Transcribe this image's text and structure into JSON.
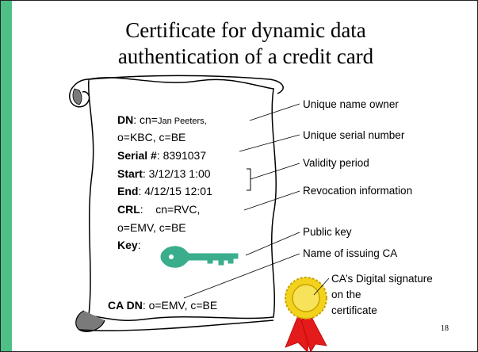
{
  "title": "Certificate for dynamic data authentication of a credit card",
  "certificate": {
    "dn_label": "DN",
    "dn_value_prefix": ": cn=",
    "dn_name": "Jan Peeters,",
    "dn_line2": "o=KBC, c=BE",
    "serial_label": "Serial #",
    "serial_value": ": 8391037",
    "start_label": "Start",
    "start_value": ": 3/12/13 1:00",
    "end_label": "End",
    "end_value": ": 4/12/15 12:01",
    "crl_label": "CRL",
    "crl_value": ":    cn=RVC,",
    "crl_line2": "o=EMV, c=BE",
    "key_label": "Key",
    "key_colon": ":",
    "ca_dn_label": "CA DN",
    "ca_dn_value": ": o=EMV, c=BE"
  },
  "callouts": {
    "unique_name": "Unique name owner",
    "serial": "Unique serial number",
    "validity": "Validity period",
    "revocation": "Revocation information",
    "public_key": "Public key",
    "issuing_ca": "Name of issuing CA",
    "signature_line1": "CA’s Digital signature",
    "signature_line2": "on the",
    "signature_line3": "certificate"
  },
  "page_number": "18",
  "colors": {
    "accent_bar": "#4fbf88",
    "key": "#3aae8c",
    "seal_gold": "#f2d21c",
    "ribbon_red": "#e31b1b",
    "scroll_shadow": "#7a7a7a"
  },
  "icons": [
    "key-icon",
    "seal-icon"
  ]
}
